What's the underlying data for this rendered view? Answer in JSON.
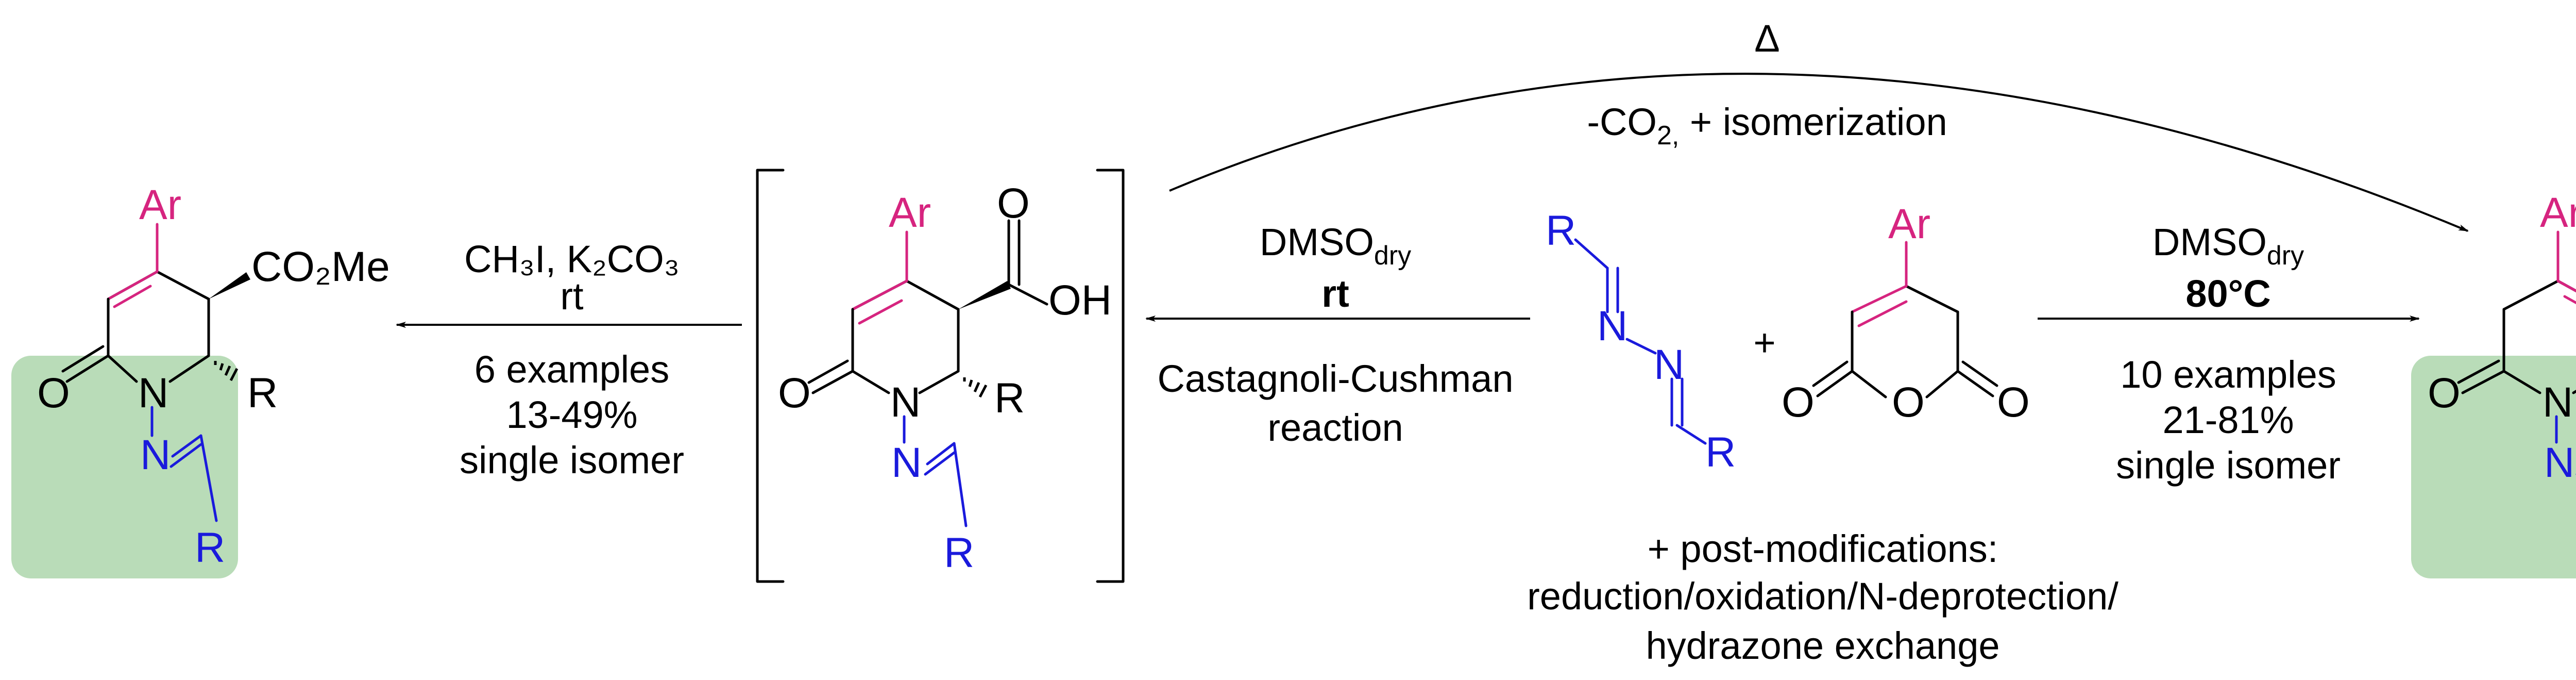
{
  "colors": {
    "substituent": "#d6247f",
    "hydrazone": "#1a1adc",
    "highlight": "#b9dcb8"
  },
  "labels": {
    "ar": "Ar",
    "r": "R",
    "o": "O",
    "n": "N",
    "oh": "OH",
    "co2me": "CO₂Me",
    "plus": "+"
  },
  "left_conditions": {
    "reagent_line1": "CH₃I, K₂CO₃",
    "reagent_line2": "rt",
    "examples": "6 examples",
    "yield": "13-49%",
    "isomer": "single isomer"
  },
  "middle_conditions": {
    "solvent": "DMSOdry",
    "temperature": "rt",
    "name_line1": "Castagnoli-Cushman",
    "name_line2": "reaction"
  },
  "right_conditions": {
    "solvent": "DMSOdry",
    "temperature": "80°C",
    "examples": "10 examples",
    "yield": "21-81%",
    "isomer": "single isomer"
  },
  "top_conditions": {
    "heat": "Δ",
    "process": "-CO₂, + isomerization"
  },
  "post_modifications": {
    "line1": "+ post-modifications:",
    "line2": "reduction/oxidation/N-deprotection/",
    "line3": "hydrazone exchange"
  }
}
